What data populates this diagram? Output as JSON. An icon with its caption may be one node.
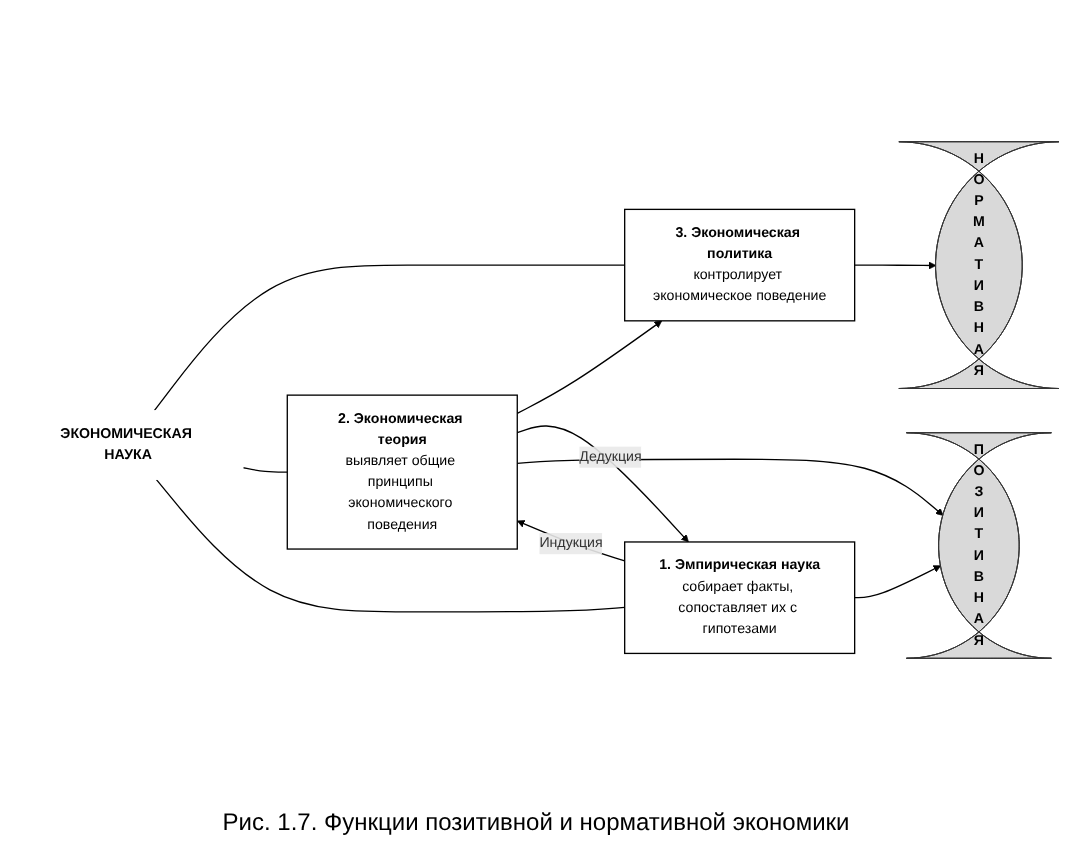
{
  "diagram": {
    "caption": "Рис. 1.7. Функции позитивной и нормативной экономики",
    "nodes": [
      {
        "text": [
          "ЭКОНОМИЧЕСКАЯ НАУКА"
        ]
      },
      {
        "text": [
          "НОРМАТИВНАЯ"
        ]
      },
      {
        "text": [
          "3. Экономическая политика",
          "контролирует экономическое поведение"
        ]
      },
      {
        "text": [
          "2. Экономическая теория",
          "выявляет общие принципы экономического поведения"
        ]
      },
      {
        "text": [
          "1. Эмпирическая наука",
          "собирает факты, сопоставляет их с гипотезами"
        ]
      },
      {
        "text": [
          "ПОЗИТИВНАЯ"
        ]
      }
    ],
    "edges": [
      {
        "from": 0,
        "to": 2,
        "arrow": "none"
      },
      {
        "from": 0,
        "to": 3,
        "arrow": "none"
      },
      {
        "from": 0,
        "to": 4,
        "arrow": "none"
      },
      {
        "from": 2,
        "to": 1,
        "arrow": "to"
      },
      {
        "from": 3,
        "to": 2,
        "arrow": "to"
      },
      {
        "from": 4,
        "to": 3,
        "arrow": "to",
        "label": "Индукция"
      },
      {
        "from": 3,
        "to": 4,
        "arrow": "to",
        "label": "Дедукция"
      },
      {
        "from": 3,
        "to": 5,
        "arrow": "to"
      },
      {
        "from": 4,
        "to": 5,
        "arrow": "to"
      }
    ]
  }
}
